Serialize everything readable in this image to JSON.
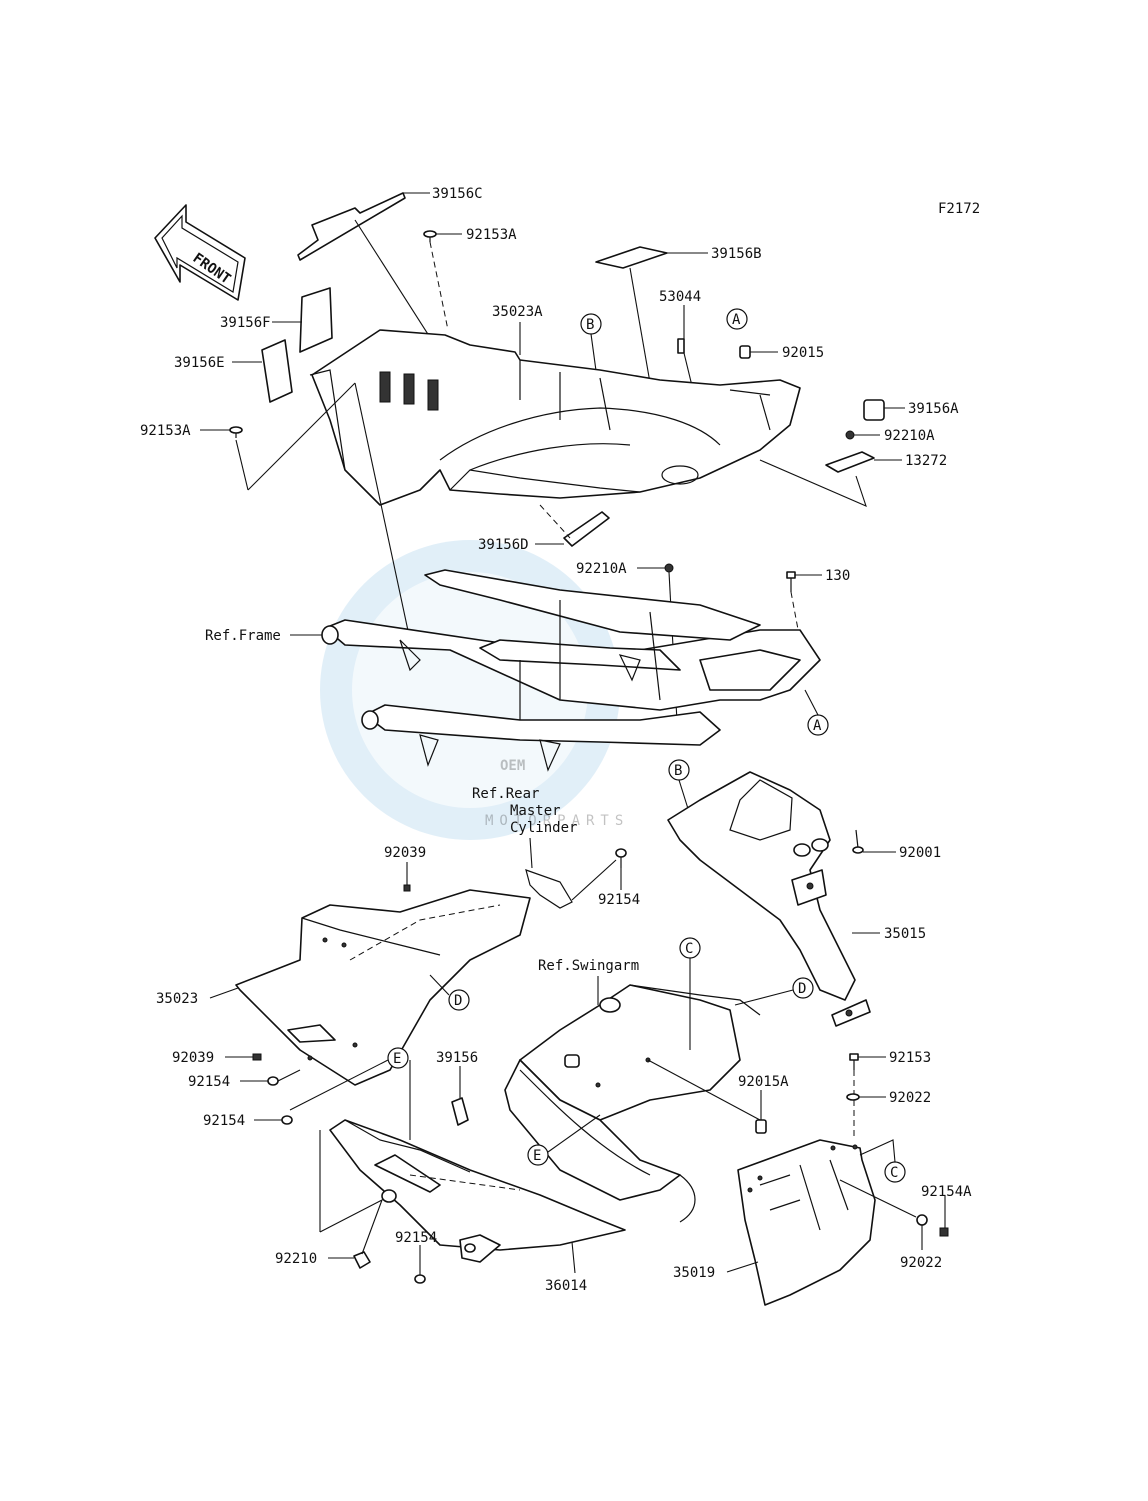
{
  "figure_code": "F2172",
  "front_arrow": {
    "label": "FRONT"
  },
  "watermark": {
    "brand": "OEM",
    "sub": "MOTORPARTS",
    "color": "#5aa6d6"
  },
  "callouts": [
    "A",
    "B",
    "C",
    "D",
    "E"
  ],
  "refs": {
    "frame": "Ref.Frame",
    "rear_master_1": "Ref.Rear",
    "rear_master_2": "Master",
    "rear_master_3": "Cylinder",
    "swingarm": "Ref.Swingarm"
  },
  "parts": {
    "p39156C": "39156C",
    "p92153A_top": "92153A",
    "p39156B": "39156B",
    "p53044": "53044",
    "p92015": "92015",
    "p39156F": "39156F",
    "p35023A": "35023A",
    "p39156E": "39156E",
    "p39156A": "39156A",
    "p92210A_right": "92210A",
    "p13272": "13272",
    "p92153A_left": "92153A",
    "p39156D": "39156D",
    "p92210A_mid": "92210A",
    "p130": "130",
    "p92001": "92001",
    "p92039_top": "92039",
    "p92154_top": "92154",
    "p35015": "35015",
    "p35023": "35023",
    "p92039_left": "92039",
    "p92154_a": "92154",
    "p92154_b": "92154",
    "p39156": "39156",
    "p92153": "92153",
    "p92022_top": "92022",
    "p92015A": "92015A",
    "p92154A": "92154A",
    "p92210": "92210",
    "p92154_bottom": "92154",
    "p36014": "36014",
    "p35019": "35019",
    "p92022_bottom": "92022"
  }
}
